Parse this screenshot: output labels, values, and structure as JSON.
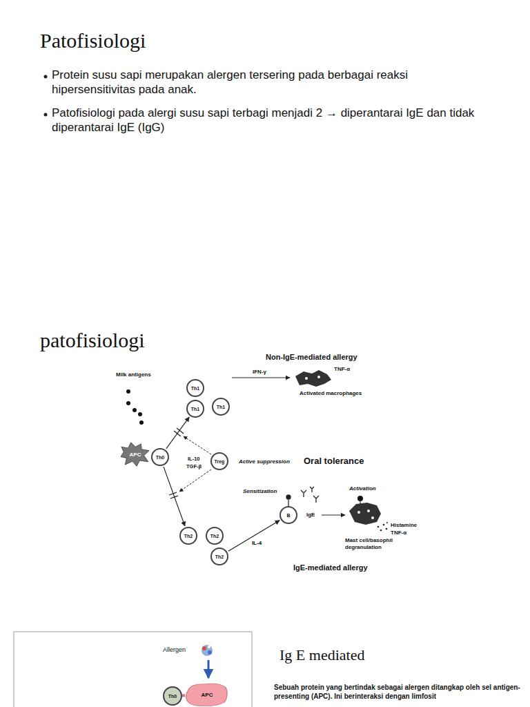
{
  "diagram": {
    "title": "Patofisiologi",
    "nodes": [
      {
        "text": [
          "APC"
        ]
      },
      {
        "text": [
          "Th0"
        ]
      },
      {
        "text": [
          "Th1"
        ]
      },
      {
        "text": [
          "Th1"
        ]
      },
      {
        "text": [
          "Th1"
        ]
      },
      {
        "text": [
          "Treg"
        ]
      },
      {
        "text": [
          "Th2"
        ]
      },
      {
        "text": [
          "Th2"
        ]
      },
      {
        "text": [
          "Th2"
        ]
      },
      {
        "text": [
          "B"
        ]
      },
      {
        "text": [
          "APC"
        ]
      },
      {
        "text": [
          "Th0"
        ]
      }
    ],
    "edges": [
      {
        "from": 1,
        "to": 3,
        "arrow": "to"
      },
      {
        "from": 1,
        "to": 6,
        "arrow": "to"
      },
      {
        "from": 8,
        "to": 9,
        "label": "IL-4",
        "arrow": "to"
      },
      {
        "from": 11,
        "to": 10,
        "arrow": "none"
      }
    ],
    "labels": [
      "Protein susu sapi merupakan alergen tersering pada berbagai reaksi hipersensitivitas pada anak.",
      "Patofisiologi pada alergi susu sapi terbagi menjadi 2 → diperantarai IgE dan tidak diperantarai IgE (IgG)",
      "patofisiologi",
      "Non-IgE-mediated allergy",
      "Milk antigens",
      "IFN-γ",
      "TNF-α",
      "Activated macrophages",
      "IL-10",
      "TGF-β",
      "Active suppression",
      "Oral tolerance",
      "Sensitization",
      "Activation",
      "IgE",
      "Histamine",
      "TNF-α",
      "Mast cell/basophil degranulation",
      "IgE-mediated allergy",
      "Allergen",
      "Ig E mediated",
      "Sebuah protein yang bertindak sebagai alergen ditangkap oleh sel antigen-presenting (APC). Ini berinteraksi dengan limfosit"
    ]
  }
}
